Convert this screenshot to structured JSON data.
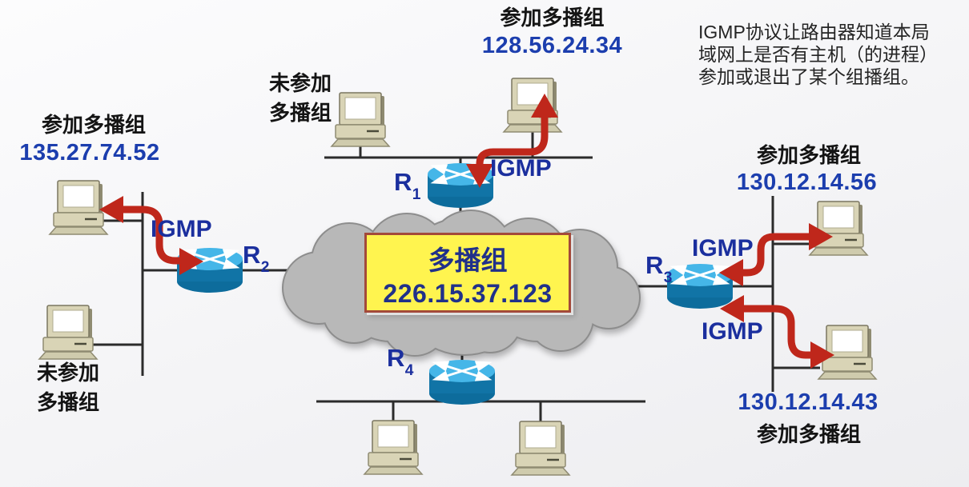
{
  "note": {
    "line1": "IGMP协议让路由器知道本局",
    "line2": "域网上是否有主机（的进程）",
    "line3": "参加或退出了某个组播组。"
  },
  "cloud_box": {
    "title": "多播组",
    "address": "226.15.37.123"
  },
  "igmp_label": "IGMP",
  "routers": {
    "r1": {
      "base": "R",
      "sub": "1"
    },
    "r2": {
      "base": "R",
      "sub": "2"
    },
    "r3": {
      "base": "R",
      "sub": "3"
    },
    "r4": {
      "base": "R",
      "sub": "4"
    }
  },
  "hosts": {
    "top_member": {
      "status": "参加多播组",
      "ip": "128.56.24.34"
    },
    "top_nonmember": {
      "status": "未参加\n多播组"
    },
    "left_member": {
      "status": "参加多播组",
      "ip": "135.27.74.52"
    },
    "left_nonmember": {
      "status": "未参加\n多播组"
    },
    "right_top": {
      "status": "参加多播组",
      "ip": "130.12.14.56"
    },
    "right_bottom": {
      "ip": "130.12.14.43",
      "status": "参加多播组"
    }
  },
  "colors": {
    "arrow_red": "#bf271b",
    "router_body_blue": "#1174a6",
    "router_top_blue": "#45b6e8",
    "cloud_gray": "#b8b8b8",
    "ip_blue": "#1c3eae",
    "label_navy": "#1b2f9e",
    "box_yellow": "#fff44f",
    "box_border": "#a3493a"
  }
}
